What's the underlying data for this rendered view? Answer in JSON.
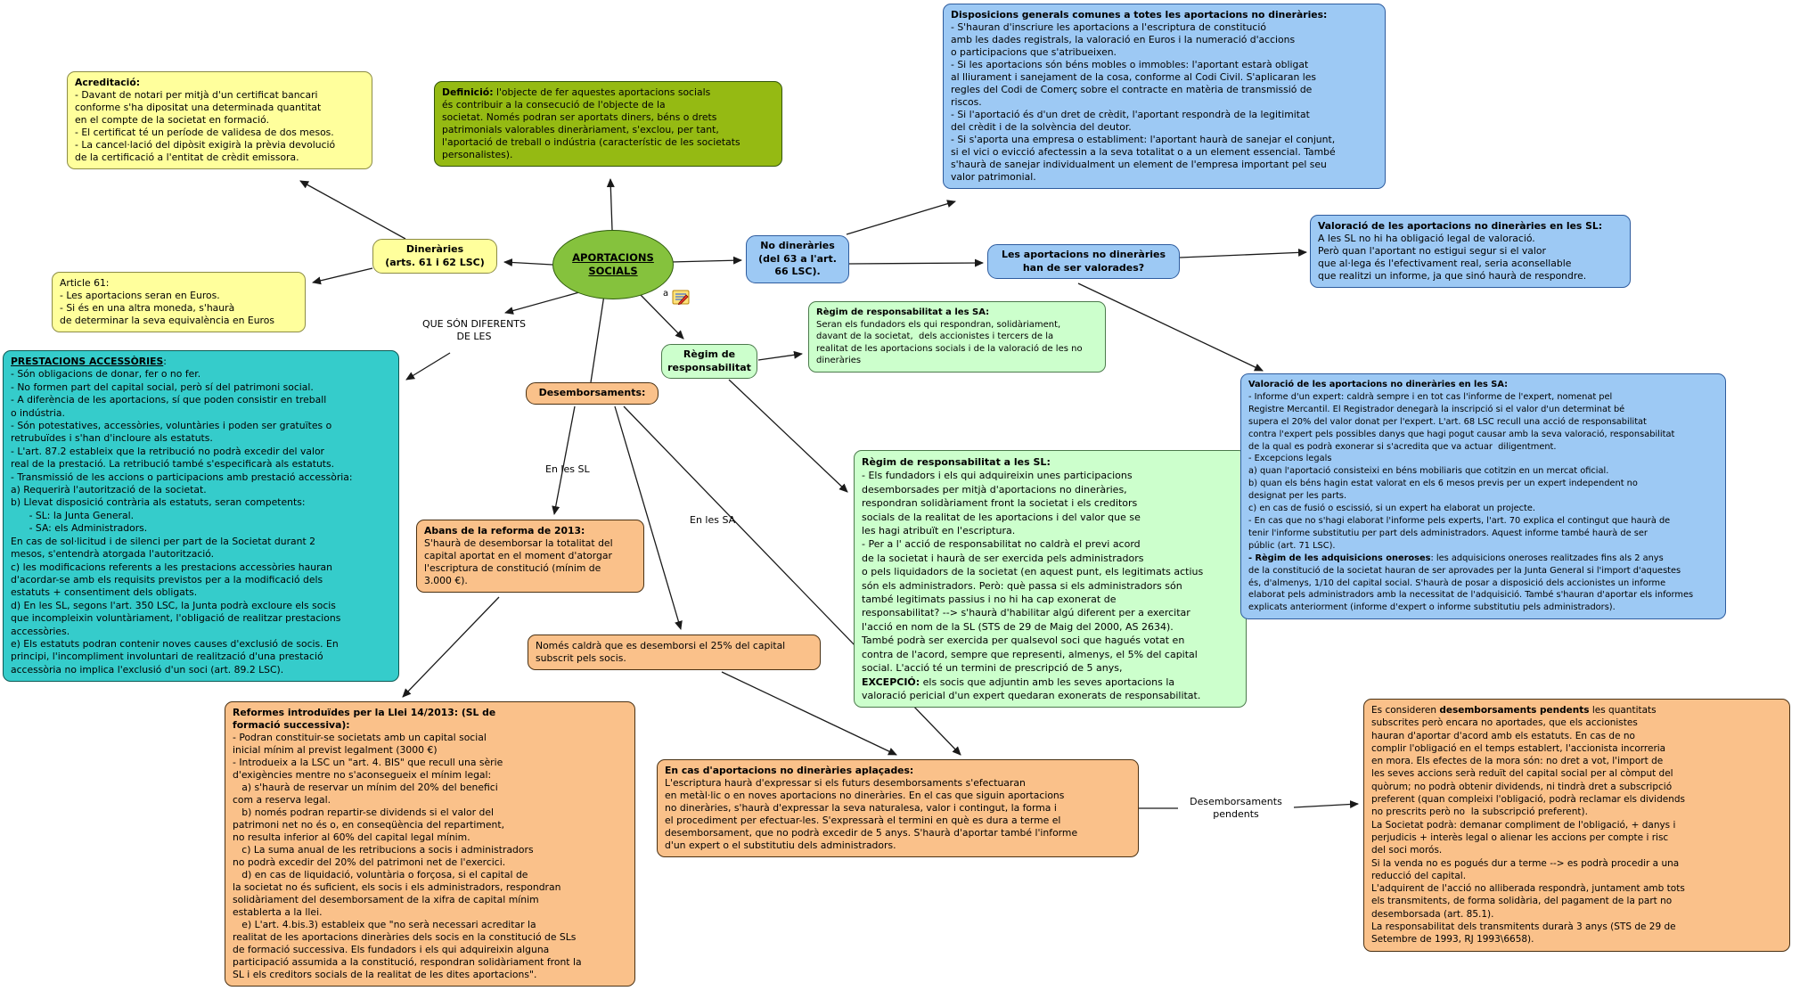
{
  "diagram_title": "APORTACIONS SOCIALS",
  "colors": {
    "yellow": "#FFFF9C",
    "olive_green": "#95BA13",
    "ellipse_green": "#85C23D",
    "blue": "#9DC9F4",
    "teal": "#35CCCB",
    "light_green": "#CCFFCC",
    "orange": "#FAC18A",
    "line": "#1a1a1a"
  },
  "central": {
    "label": "APORTACIONS\nSOCIALS"
  },
  "annotation": {
    "label": "a",
    "icon": "note-with-pencil-icon"
  },
  "link_labels": {
    "que_son": "QUE SÓN DIFERENTS\nDE LES",
    "en_les_sl": "En les SL",
    "en_les_sa": "En les SA",
    "pendents": "Desemborsaments\npendents"
  },
  "nodes": {
    "dinerarie": {
      "label": "Dineràries\n(arts. 61 i 62 LSC)"
    },
    "no_dinerarie": {
      "label": "No dineràries\n(del 63 a l'art.\n66 LSC)."
    },
    "valorades": {
      "label": "Les aportacions no dineràries\nhan de ser valorades?"
    },
    "regim_node": {
      "label": "Règim de\nresponsabilitat"
    },
    "desemborsaments": {
      "label": "Desemborsaments:"
    },
    "acreditacio": {
      "title": "Acreditació:",
      "body": "\n- Davant de notari per mitjà d'un certificat bancari\nconforme s'ha dipositat una determinada quantitat\nen el compte de la societat en formació.\n- El certificat té un període de validesa de dos mesos.\n- La cancel·lació del dipòsit exigirà la prèvia devolució\nde la certificació a l'entitat de crèdit emissora."
    },
    "definicio": {
      "title": "Definició:",
      "body": " l'objecte de fer aquestes aportacions socials\nés contribuir a la consecució de l'objecte de la\nsocietat. Només podran ser aportats diners, béns o drets\npatrimonials valorables dineràriament, s'exclou, per tant,\nl'aportació de treball o indústria (característic de les societats\npersonalistes)."
    },
    "disposicions": {
      "title": "Disposicions generals comunes a totes les aportacions no dineràries:",
      "body": "\n- S'hauran d'inscriure les aportacions a l'escriptura de constitució\namb les dades registrals, la valoració en Euros i la numeració d'accions\no participacions que s'atribueixen.\n- Si les aportacions són béns mobles o immobles: l'aportant estarà obligat\nal lliurament i sanejament de la cosa, conforme al Codi Civil. S'aplicaran les\nregles del Codi de Comerç sobre el contracte en matèria de transmissió de\nriscos.\n- Si l'aportació és d'un dret de crèdit, l'aportant respondrà de la legitimitat\ndel crèdit i de la solvència del deutor.\n- Si s'aporta una empresa o establiment: l'aportant haurà de sanejar el conjunt,\nsi el vici o evicció afectessin a la seva totalitat o a un element essencial. També\ns'haurà de sanejar individualment un element de l'empresa important pel seu\nvalor patrimonial."
    },
    "article61": {
      "body": "Article 61:\n- Les aportacions seran en Euros.\n- Si és en una altra moneda, s'haurà\nde determinar la seva equivalència en Euros"
    },
    "valoracio_sl": {
      "title": "Valoració de les aportacions no dineràries en les SL:",
      "body": "\nA les SL no hi ha obligació legal de valoració.\nPerò quan l'aportant no estigui segur si el valor\nque al·lega és l'efectivament real, seria aconsellable\nque realitzi un informe, ja que sinó haurà de respondre."
    },
    "prestacions": {
      "title": "PRESTACIONS ACCESSÒRIES",
      "body": ":\n- Són obligacions de donar, fer o no fer.\n- No formen part del capital social, però sí del patrimoni social.\n- A diferència de les aportacions, sí que poden consistir en treball\no indústria.\n- Són potestatives, accessòries, voluntàries i poden ser gratuïtes o\nretrubuïdes i s'han d'incloure als estatuts.\n- L'art. 87.2 estableix que la retribució no podrà excedir del valor\nreal de la prestació. La retribució també s'especificarà als estatuts.\n- Transmissió de les accions o participacions amb prestació accessòria:\na) Requerirà l'autorització de la societat.\nb) Llevat disposició contrària als estatuts, seran competents:\n      - SL: la Junta General.\n      - SA: els Administradors.\nEn cas de sol·licitud i de silenci per part de la Societat durant 2\nmesos, s'entendrà atorgada l'autorització.\nc) les modificacions referents a les prestacions accessòries hauran\nd'acordar-se amb els requisits previstos per a la modificació dels\nestatuts + consentiment dels obligats.\nd) En les SL, segons l'art. 350 LSC, la Junta podrà excloure els socis\nque incompleixin voluntàriament, l'obligació de realitzar prestacions\naccessòries.\ne) Els estatuts podran contenir noves causes d'exclusió de socis. En\nprincipi, l'incompliment involuntari de realització d'una prestació\naccessòria no implica l'exclusió d'un soci (art. 89.2 LSC)."
    },
    "regim_sa": {
      "title": "Règim de responsabilitat a les SA:",
      "body": "\nSeran els fundadors els qui respondran, solidàriament,\ndavant de la societat,  dels accionistes i tercers de la\nrealitat de les aportacions socials i de la valoració de les no\ndineràries"
    },
    "regim_sl": {
      "title": "Règim de responsabilitat a les SL:",
      "body_pre": "\n- Els fundadors i els qui adquireixin unes participacions\ndesemborsades per mitjà d'aportacions no dineràries,\nrespondran solidàriament front la societat i els creditors\nsocials de la realitat de les aportacions i del valor que se\nles hagi atribuït en l'escriptura.\n- Per a l' acció de responsabilitat no caldrà el previ acord\nde la societat i haurà de ser exercida pels administradors\no pels liquidadors de la societat (en aquest punt, els legitimats actius\nsón els administradors. Però: què passa si els administradors són\ntambé legitimats passius i no hi ha cap exonerat de\nresponsabilitat? --> s'haurà d'habilitar algú diferent per a exercitar\nl'acció en nom de la SL (STS de 29 de Maig del 2000, AS 2634).\nTambé podrà ser exercida per qualsevol soci que hagués votat en\ncontra de l'acord, sempre que representi, almenys, el 5% del capital\nsocial. L'acció té un termini de prescripció de 5 anys,\n",
      "body_bold": "EXCEPCIÓ:",
      "body_rest": " els socis que adjuntin amb les seves aportacions la\nvaloració pericial d'un expert quedaran exonerats de responsabilitat."
    },
    "valoracio_sa": {
      "title": "Valoració de les aportacions no dineràries en les SA:",
      "body_pre": "\n- Informe d'un expert: caldrà sempre i en tot cas l'informe de l'expert, nomenat pel\nRegistre Mercantil. El Registrador denegarà la inscripció si el valor d'un determinat bé\nsupera el 20% del valor donat per l'expert. L'art. 68 LSC recull una acció de responsabilitat\ncontra l'expert pels possibles danys que hagi pogut causar amb la seva valoració, responsabilitat\nde la qual es podrà exonerar si s'acredita que va actuar  diligentment.\n- Excepcions legals\na) quan l'aportació consisteixi en béns mobiliaris que cotitzin en un mercat oficial.\nb) quan els béns hagin estat valorat en els 6 mesos previs per un expert independent no\ndesignat per les parts.\nc) en cas de fusió o escissió, si un expert ha elaborat un projecte.\n- En cas que no s'hagi elaborat l'informe pels experts, l'art. 70 explica el contingut que haurà de\ntenir l'informe substitutiu per part dels administradors. Aquest informe també haurà de ser\npúblic (art. 71 LSC).\n",
      "body_bold": "- Règim de les adquisicions oneroses",
      "body_rest": ": les adquisicions oneroses realitzades fins als 2 anys\nde la constitució de la societat hauran de ser aprovades per la Junta General si l'import d'aquestes\nés, d'almenys, 1/10 del capital social. S'haurà de posar a disposició dels accionistes un informe\nelaborat pels administradors amb la necessitat de l'adquisició. També s'hauran d'aportar els informes\nexplicats anteriorment (informe d'expert o informe substitutiu pels administradors)."
    },
    "abans": {
      "title": "Abans de la reforma de 2013:",
      "body": "\nS'haurà de desemborsar la totalitat del\ncapital aportat en el moment d'atorgar\nl'escriptura de constitució (mínim de\n3.000 €)."
    },
    "nomes": {
      "body": "Només caldrà que es desemborsi el 25% del capital\nsubscrit pels socis."
    },
    "reformes": {
      "title": "Reformes introduïdes per la Llei 14/2013: (SL de\nformació successiva):",
      "body": "\n- Podran constituir-se societats amb un capital social\ninicial mínim al previst legalment (3000 €)\n- Introdueix a la LSC un \"art. 4. BIS\" que recull una sèrie\nd'exigències mentre no s'aconsegueix el mínim legal:\n   a) s'haurà de reservar un mínim del 20% del benefici\ncom a reserva legal.\n   b) només podran repartir-se dividends si el valor del\npatrimoni net no és o, en conseqüència del repartiment,\nno resulta inferior al 60% del capital legal mínim.\n   c) La suma anual de les retribucions a socis i administradors\nno podrà excedir del 20% del patrimoni net de l'exercici.\n   d) en cas de liquidació, voluntària o forçosa, si el capital de\nla societat no és suficient, els socis i els administradors, respondran\nsolidàriament del desemborsament de la xifra de capital mínim\nestablerta a la llei.\n   e) L'art. 4.bis.3) estableix que \"no serà necessari acreditar la\nrealitat de les aportacions dineràries dels socis en la constitució de SLs\nde formació successiva. Els fundadors i els qui adquireixin alguna\nparticipació assumida a la constitució, respondran solidàriament front la\nSL i els creditors socials de la realitat de les dites aportacions\"."
    },
    "en_cas": {
      "title": "En cas d'aportacions no dineràries aplaçades:",
      "body": "\nL'escriptura haurà d'expressar si els futurs desemborsaments s'efectuaran\nen metàl·lic o en noves aportacions no dineràries. En el cas que siguin aportacions\nno dineràries, s'haurà d'expressar la seva naturalesa, valor i contingut, la forma i\nel procediment per efectuar-les. S'expressarà el termini en què es dura a terme el\ndesemborsament, que no podrà excedir de 5 anys. S'haurà d'aportar també l'informe\nd'un expert o el substitutiu dels administradors."
    },
    "es_consideren": {
      "body_pre": "Es consideren ",
      "body_bold": "desemborsaments pendents",
      "body_rest": " les quantitats\nsubscrites però encara no aportades, que els accionistes\nhauran d'aportar d'acord amb els estatuts. En cas de no\ncomplir l'obligació en el temps establert, l'accionista incorreria\nen mora. Els efectes de la mora són: no dret a vot, l'import de\nles seves accions serà reduït del capital social per al còmput del\nquòrum; no podrà obtenir dividends, ni tindrà dret a subscripció\npreferent (quan compleixi l'obligació, podrà reclamar els dividends\nno prescrits però no  la subscripció preferent).\nLa Societat podrà: demanar compliment de l'obligació, + danys i\nperjudicis + interès legal o alienar les accions per compte i risc\ndel soci morós.\nSi la venda no es pogués dur a terme --> es podrà procedir a una\nreducció del capital.\nL'adquirent de l'acció no alliberada respondrà, juntament amb tots\nels transmitents, de forma solidària, del pagament de la part no\ndesemborsada (art. 85.1).\nLa responsabilitat dels transmitents durarà 3 anys (STS de 29 de\nSetembre de 1993, RJ 1993\\6658)."
    }
  }
}
